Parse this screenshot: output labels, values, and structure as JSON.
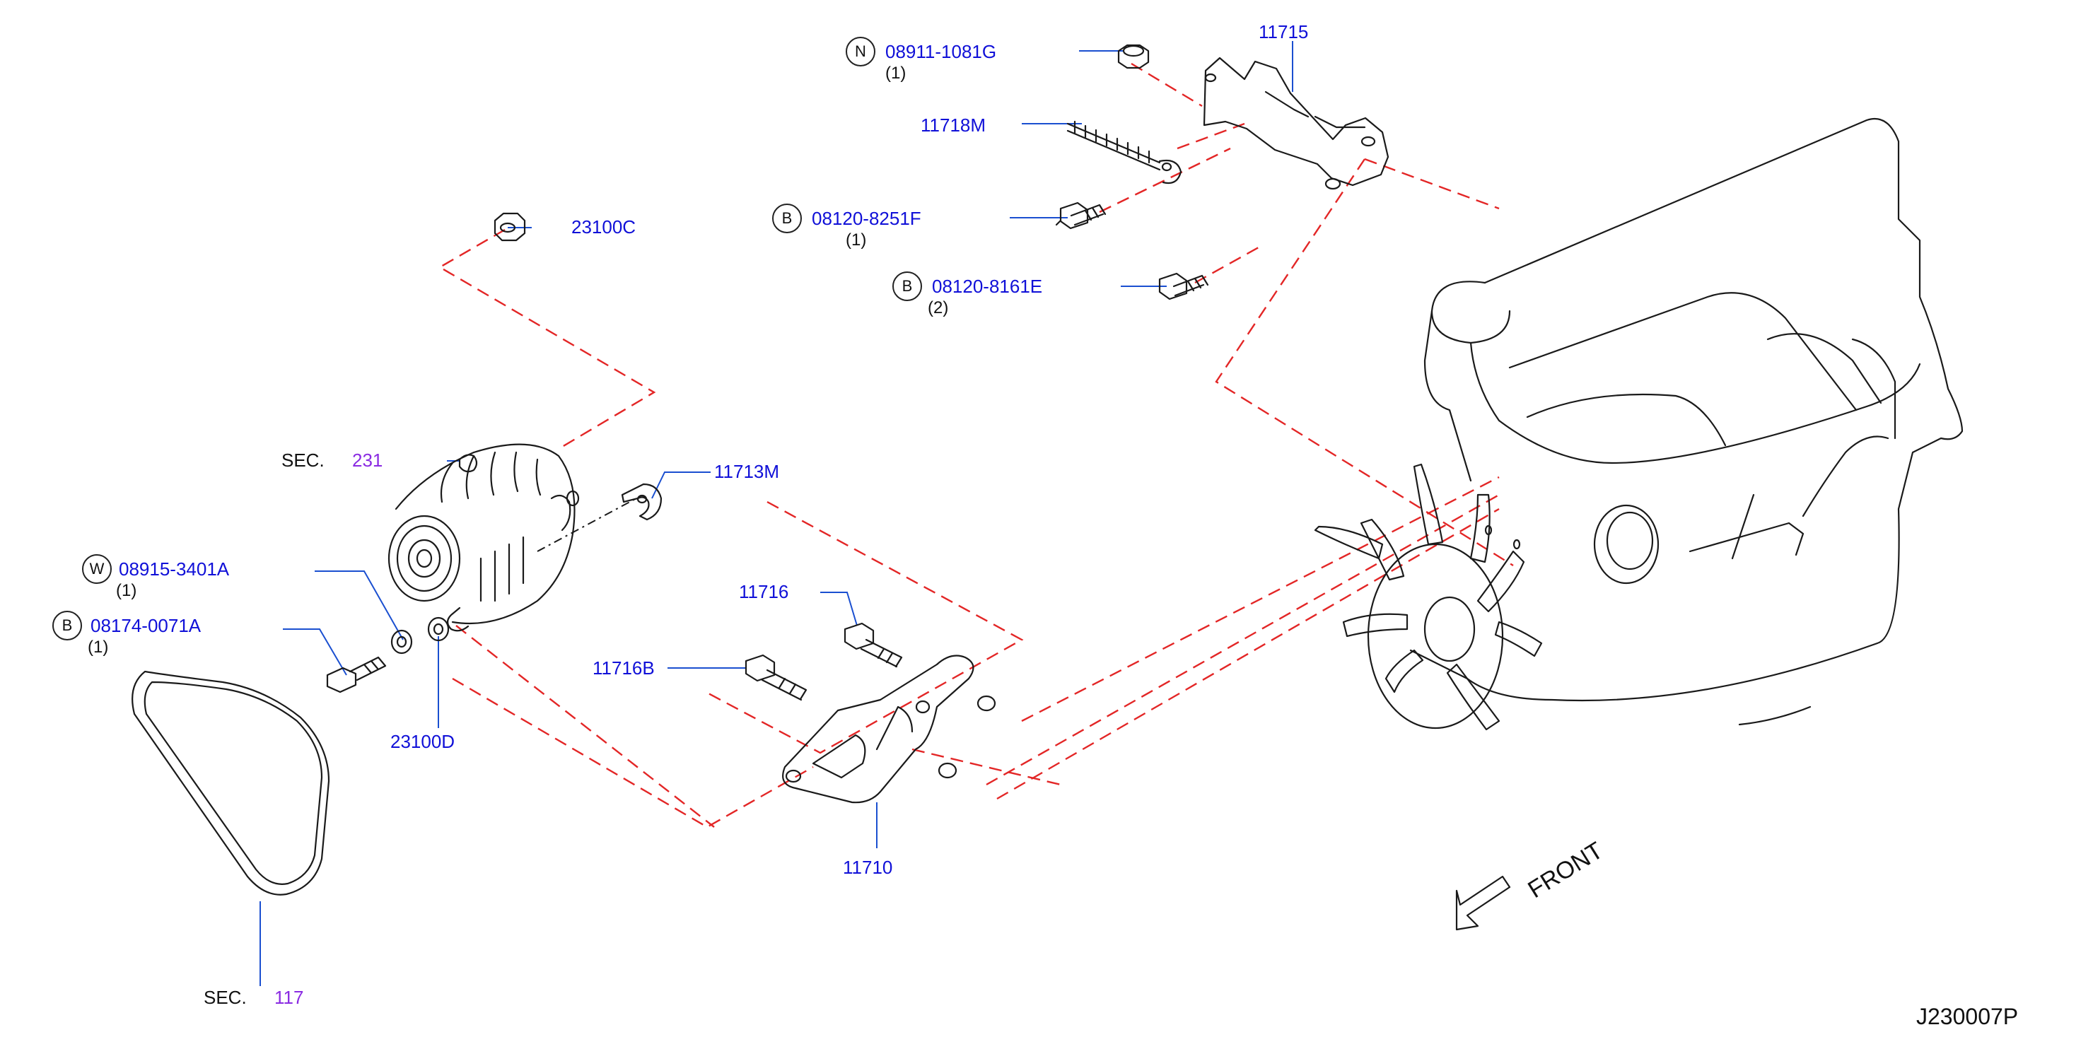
{
  "diagram_code": "J230007P",
  "front_label": "FRONT",
  "sections": [
    {
      "prefix": "SEC.",
      "number": "231"
    },
    {
      "prefix": "SEC.",
      "number": "117"
    }
  ],
  "parts": [
    {
      "number": "11715"
    },
    {
      "number": "08911-1081G",
      "symbol": "N",
      "qty": "(1)"
    },
    {
      "number": "11718M"
    },
    {
      "number": "08120-8251F",
      "symbol": "B",
      "qty": "(1)"
    },
    {
      "number": "08120-8161E",
      "symbol": "B",
      "qty": "(2)"
    },
    {
      "number": "23100C"
    },
    {
      "number": "11713M"
    },
    {
      "number": "08915-3401A",
      "symbol": "W",
      "qty": "(1)"
    },
    {
      "number": "08174-0071A",
      "symbol": "B",
      "qty": "(1)"
    },
    {
      "number": "11716"
    },
    {
      "number": "11716B"
    },
    {
      "number": "23100D"
    },
    {
      "number": "11710"
    }
  ],
  "colors": {
    "part_number": "#1010d8",
    "section_number": "#8a2be2",
    "leader_line": "#1a4fd0",
    "dashed_line": "#e32626",
    "drawing": "#1a1a1a"
  }
}
